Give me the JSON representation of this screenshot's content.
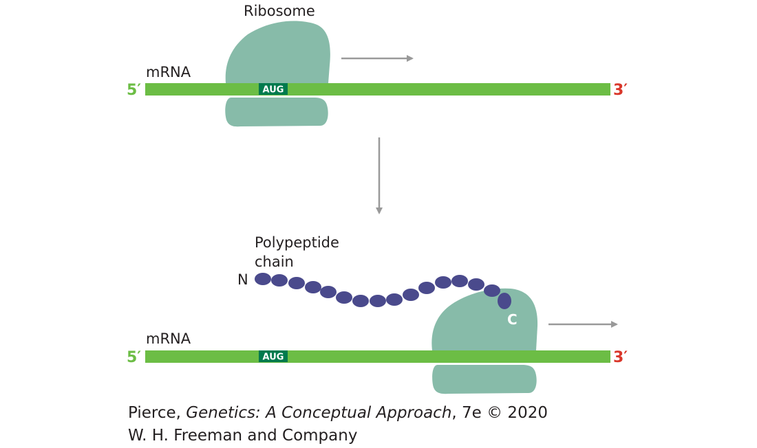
{
  "colors": {
    "mrna": "#6cbd45",
    "ribosome": "#87bba9",
    "codon_box": "#007a4d",
    "amino_acid": "#4a4a8c",
    "five_prime": "#6cbd45",
    "three_prime": "#d9372a",
    "arrow": "#999999"
  },
  "top_panel": {
    "ribosome_label": "Ribosome",
    "mrna_label": "mRNA",
    "five_prime": "5′",
    "three_prime": "3′",
    "start_codon": "AUG"
  },
  "bottom_panel": {
    "polypeptide_label_line1": "Polypeptide",
    "polypeptide_label_line2": "chain",
    "n_terminus": "N",
    "c_terminus": "C",
    "mrna_label": "mRNA",
    "five_prime": "5′",
    "three_prime": "3′",
    "start_codon": "AUG"
  },
  "credit": {
    "author": "Pierce, ",
    "title": "Genetics: A Conceptual Approach",
    "edition": ", 7e © 2020",
    "publisher": "W. H. Freeman and Company"
  }
}
